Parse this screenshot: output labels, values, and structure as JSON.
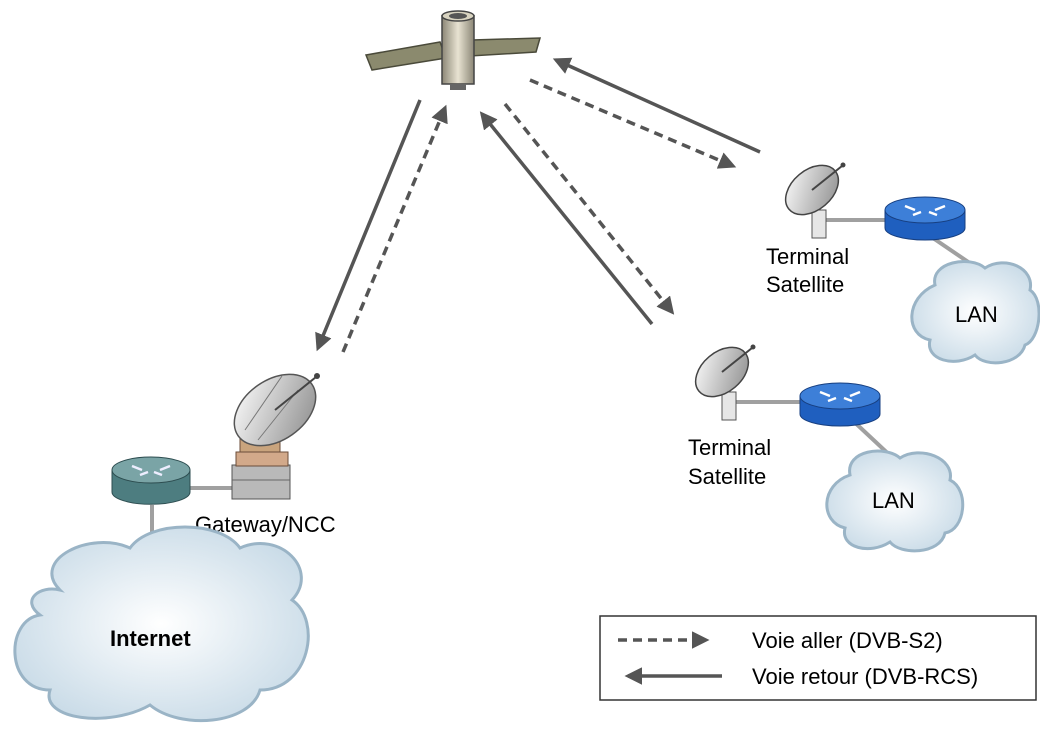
{
  "nodes": {
    "gateway": "Gateway/NCC",
    "internet": "Internet",
    "terminal1": {
      "line1": "Terminal",
      "line2": "Satellite"
    },
    "terminal2": {
      "line1": "Terminal",
      "line2": "Satellite"
    },
    "lan1": "LAN",
    "lan2": "LAN"
  },
  "legend": {
    "forward": "Voie aller (DVB-S2)",
    "return": "Voie retour (DVB-RCS)"
  },
  "colors": {
    "arrow": "#555555",
    "router_blue": "#3d7fd8",
    "router_gray": "#5d8c8e",
    "cloud_stroke": "#9ab4c6",
    "cloud_fill": "#d8e6ef",
    "dish": "#cfcfcf"
  }
}
